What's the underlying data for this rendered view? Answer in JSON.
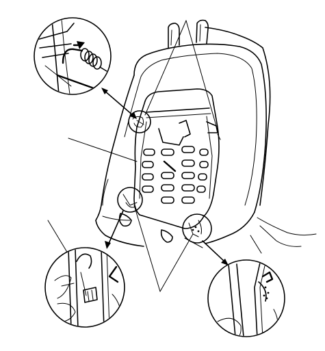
{
  "diagram": {
    "line_color": "#000000",
    "background_color": "#ffffff",
    "callouts": [
      {
        "name": "spring-hook-detail",
        "icon": "spring-icon"
      },
      {
        "name": "lower-left-clip-detail",
        "icon": "clip-icon"
      },
      {
        "name": "lower-right-hook-detail",
        "icon": "hook-icon"
      }
    ],
    "pointer_lines": 4
  }
}
